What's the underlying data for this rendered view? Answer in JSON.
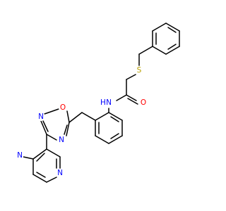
{
  "molecule": {
    "atoms": [
      {
        "id": "s1",
        "symbol": "S",
        "color": "#b8a000"
      },
      {
        "id": "o1",
        "symbol": "O",
        "color": "#ff0000"
      },
      {
        "id": "n1",
        "symbol": "N",
        "color": "#0000ff"
      },
      {
        "id": "h1",
        "symbol": "H",
        "color": "#0000ff"
      },
      {
        "id": "o2",
        "symbol": "O",
        "color": "#ff0000"
      },
      {
        "id": "n2",
        "symbol": "N",
        "color": "#0000ff"
      },
      {
        "id": "n3",
        "symbol": "N",
        "color": "#0000ff"
      },
      {
        "id": "npz1",
        "symbol": "N",
        "color": "#0000ff"
      },
      {
        "id": "npz2",
        "symbol": "N",
        "color": "#0000ff"
      }
    ],
    "bond_color": "#000000"
  }
}
